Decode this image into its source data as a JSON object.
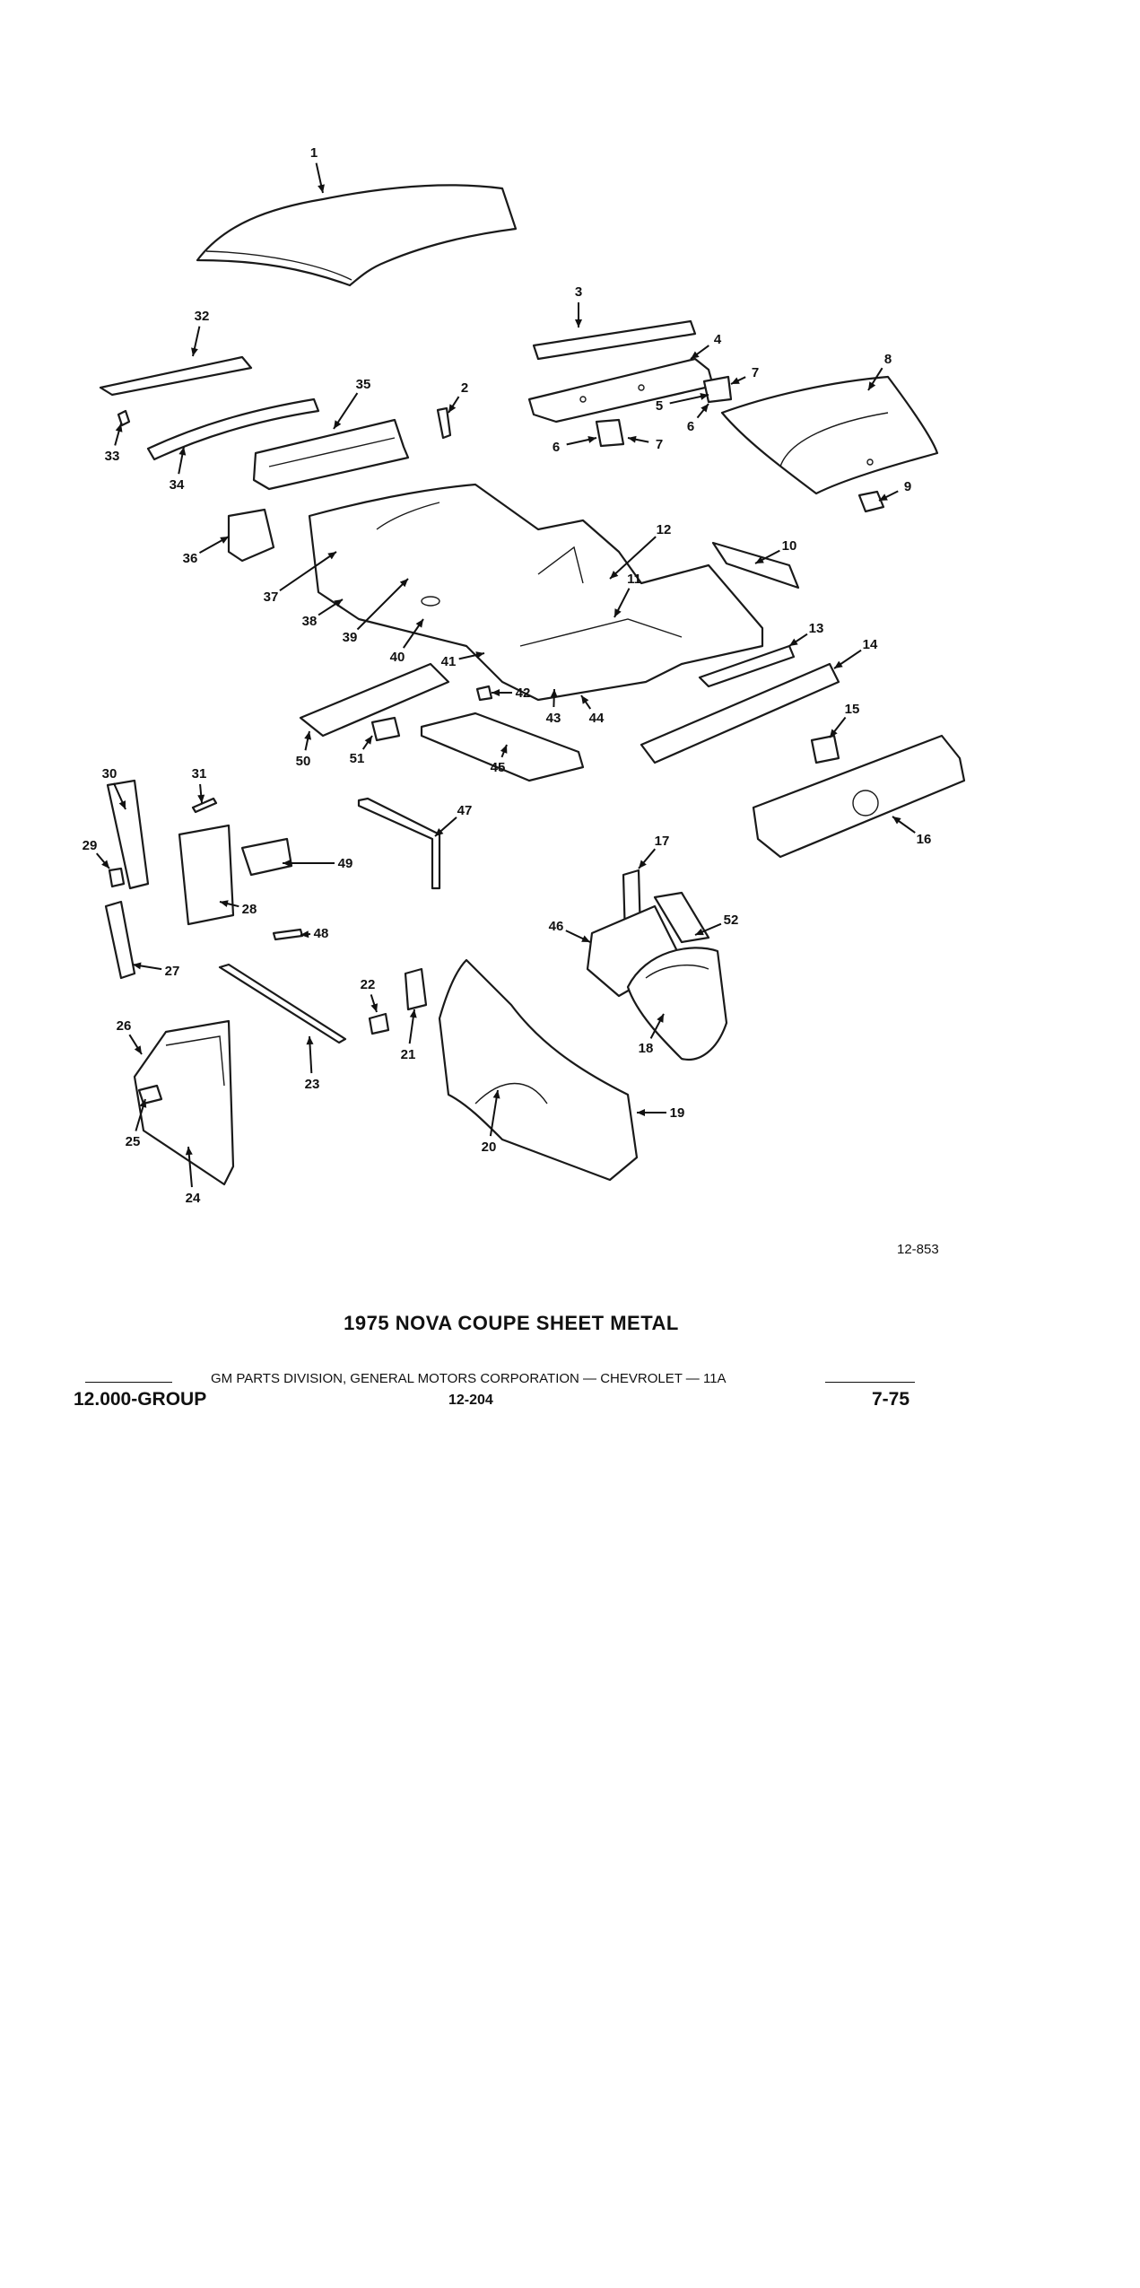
{
  "diagram": {
    "figure_code": "12-853",
    "title": "1975 NOVA COUPE SHEET METAL",
    "callout_numbers": [
      "1",
      "2",
      "3",
      "4",
      "5",
      "6",
      "7",
      "8",
      "9",
      "10",
      "11",
      "12",
      "13",
      "14",
      "15",
      "16",
      "17",
      "18",
      "19",
      "20",
      "21",
      "22",
      "23",
      "24",
      "25",
      "26",
      "27",
      "28",
      "29",
      "30",
      "31",
      "32",
      "33",
      "34",
      "35",
      "36",
      "37",
      "38",
      "39",
      "40",
      "41",
      "42",
      "43",
      "44",
      "45",
      "46",
      "47",
      "48",
      "49",
      "50",
      "51",
      "52"
    ]
  },
  "footer": {
    "division_line": "GM PARTS DIVISION, GENERAL MOTORS CORPORATION — CHEVROLET — 11A",
    "group": "12.000-GROUP",
    "page": "12-204",
    "date": "7-75"
  }
}
